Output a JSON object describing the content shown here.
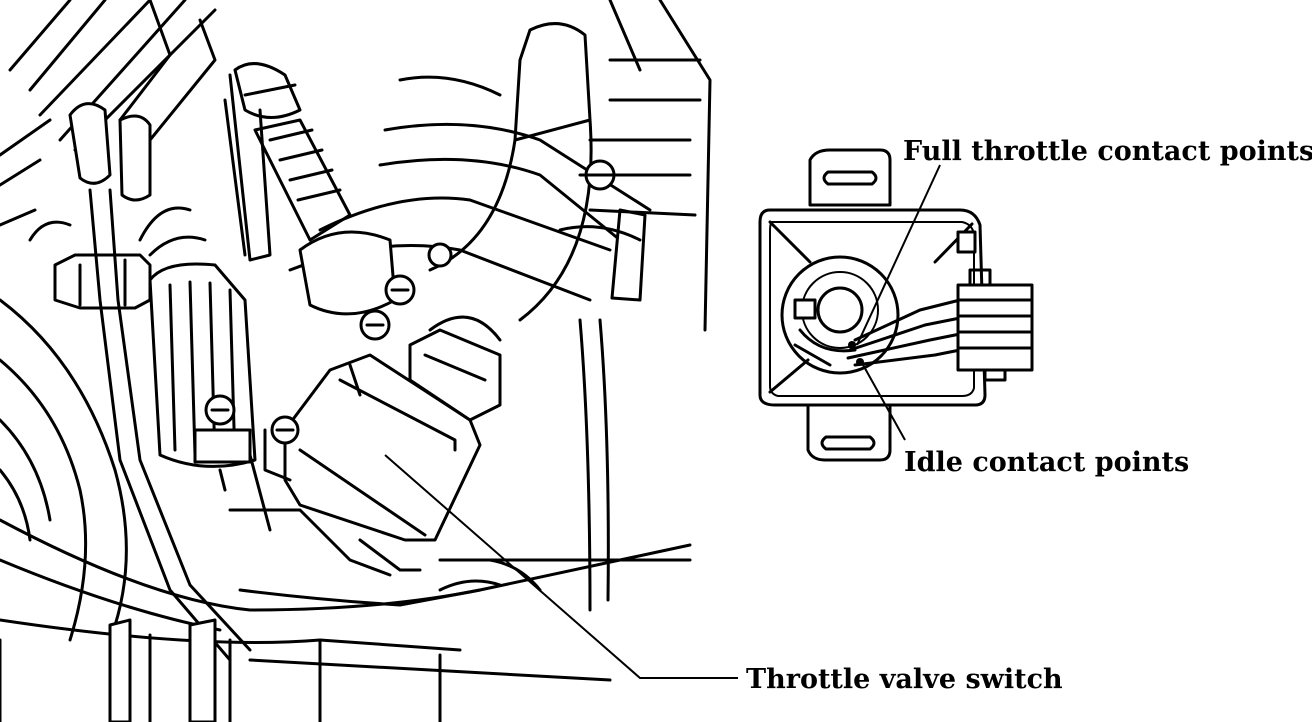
{
  "labels": {
    "full_throttle": "Full throttle contact points",
    "idle": "Idle contact points",
    "switch": "Throttle valve switch"
  }
}
